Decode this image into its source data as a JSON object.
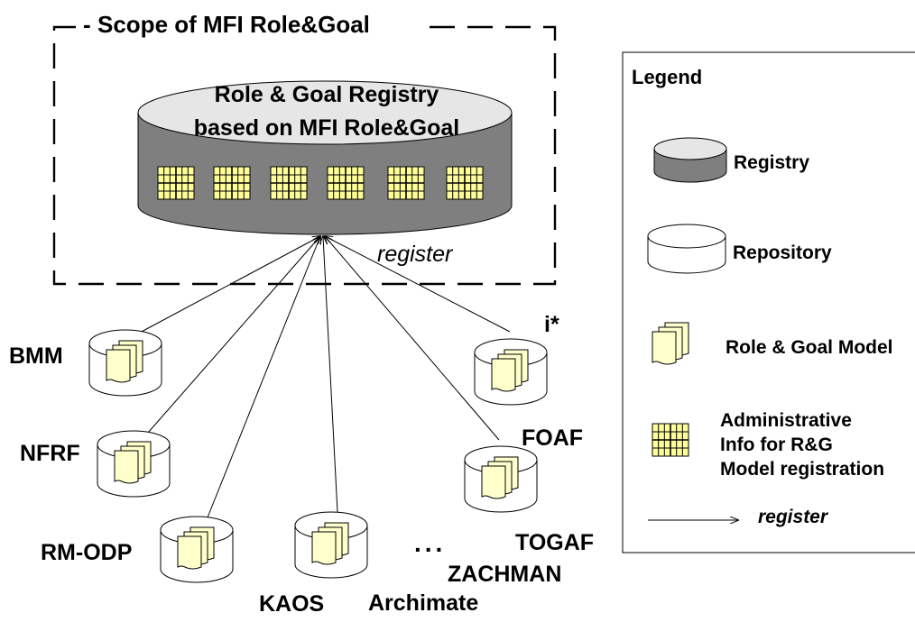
{
  "scope": {
    "title": "Scope of MFI Role&Goal",
    "dash_lead": "-"
  },
  "registry": {
    "line1": "Role & Goal Registry",
    "line2": "based on MFI Role&Goal"
  },
  "arrow_label": "register",
  "repositories": {
    "bmm": "BMM",
    "nfrf": "NFRF",
    "rmodp": "RM-ODP",
    "kaos": "KAOS",
    "istar": "i*",
    "foaf": "FOAF"
  },
  "extras": {
    "ellipsis": "...",
    "togaf": "TOGAF",
    "zachman": "ZACHMAN",
    "archimate": "Archimate"
  },
  "legend": {
    "title": "Legend",
    "registry": "Registry",
    "repository": "Repository",
    "model": "Role & Goal Model",
    "admin_line1": "Administrative",
    "admin_line2": "Info for R&G",
    "admin_line3": "Model registration",
    "register": "register"
  },
  "colors": {
    "registry_body": "#7f7f7f",
    "registry_top": "#e6e6e6",
    "model_fill": "#ffffcc",
    "grid_fill": "#ffff99",
    "stroke": "#000000"
  }
}
